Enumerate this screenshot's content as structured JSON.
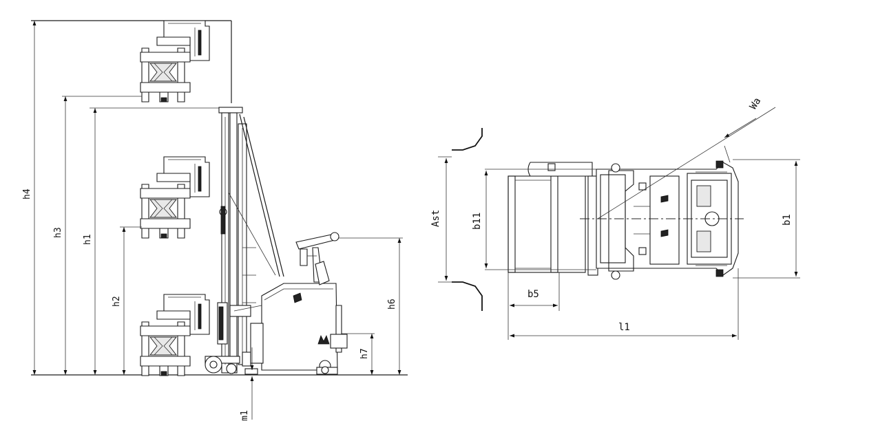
{
  "side_view": {
    "labels": {
      "h4": "h4",
      "h3": "h3",
      "h1": "h1",
      "h2": "h2",
      "h6": "h6",
      "h7": "h7",
      "m1": "m1"
    }
  },
  "top_view": {
    "labels": {
      "ast": "Ast",
      "b11": "b11",
      "b1": "b1",
      "b5": "b5",
      "l1": "l1",
      "wa": "Wa"
    }
  }
}
